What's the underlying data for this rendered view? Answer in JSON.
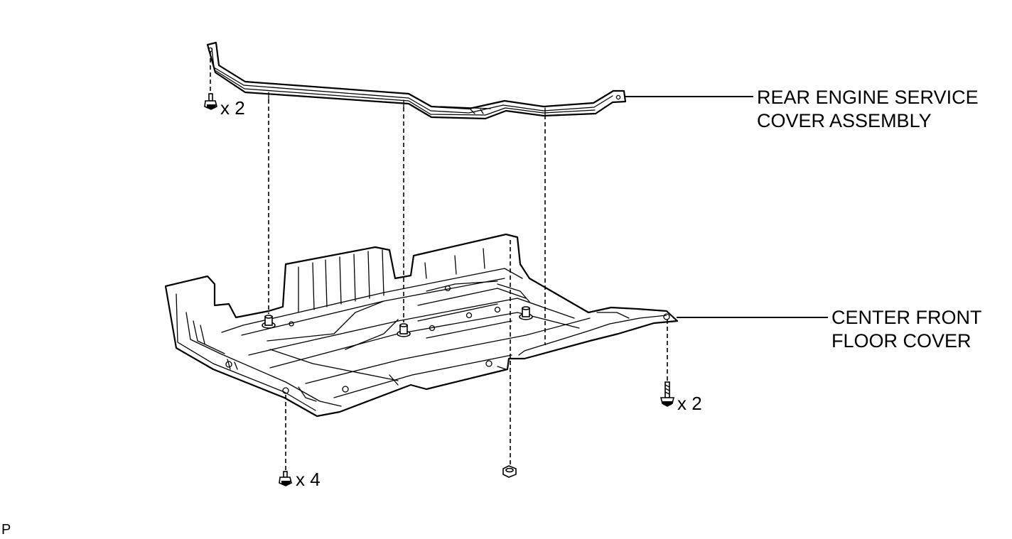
{
  "labels": {
    "rear_engine_service_cover": [
      "REAR ENGINE SERVICE",
      "COVER ASSEMBLY"
    ],
    "center_front_floor_cover": [
      "CENTER FRONT",
      "FLOOR COVER"
    ]
  },
  "fastener_counts": {
    "top_left_bolt": "x 2",
    "right_screw": "x 2",
    "bottom_left_bolt": "x 4"
  },
  "corner_code": "P",
  "colors": {
    "line": "#000000",
    "background": "#ffffff"
  }
}
